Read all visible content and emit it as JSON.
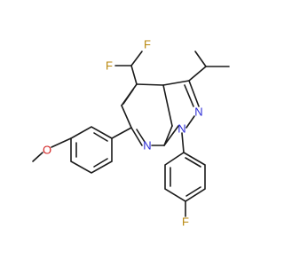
{
  "molecule": {
    "atoms": {
      "F1": "F",
      "F2": "F",
      "F3": "F",
      "N1": "N",
      "N2": "N",
      "N3": "N",
      "O1": "O"
    },
    "colors": {
      "F": "#b8860b",
      "N": "#2b2bd6",
      "O": "#d22020",
      "bond": "#1a1a1a"
    }
  }
}
